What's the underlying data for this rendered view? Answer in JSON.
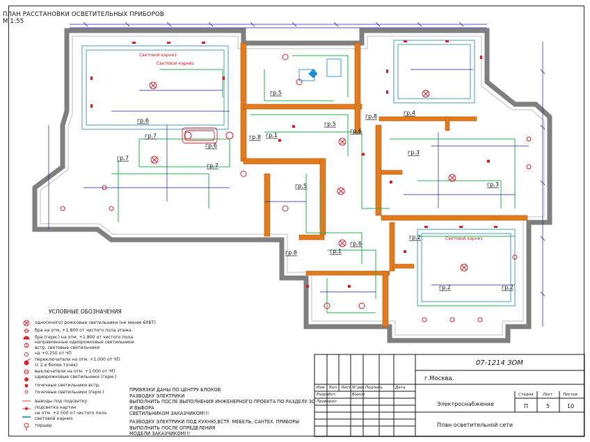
{
  "plan": {
    "title_line1": "ПЛАН РАССТАНОВКИ ОСВЕТИТЕЛЬНЫХ ПРИБОРОВ",
    "title_line2": "М 1:55"
  },
  "labels": {
    "cornice": "Световой карниз",
    "groups": [
      "гр.1",
      "гр.2",
      "гр.3",
      "гр.4",
      "гр.5",
      "гр.6",
      "гр.7",
      "гр.8"
    ]
  },
  "legend": {
    "title": "УСЛОВНЫЕ ОБОЗНАЧЕНИЯ",
    "items": [
      "одно(много) рожковые светильники (не менее 60ВТ)",
      "бра на отм. +1.800 от чистого пола этажа",
      "бра (герм.) на отм. +1.800 от чистого пола",
      "направленные одиорожковые светильники",
      "встр. световые светильники",
      "на +0.250 от ЧП",
      "переключатели на отм. +1.000 от ЧП",
      "(с 2 и более точек)",
      "выключатели на отм. +1.000 от ЧП",
      "одиорожковые светильники (герм.)",
      "точечные светильники встр.",
      "точечные светильники (герм.)",
      "выводы под подсветку",
      "подсветка картин",
      "на отм. +2.500 от чистого пола",
      "световой карниз",
      "торшер"
    ]
  },
  "notes": [
    "ПРИВЯЗКИ ДАНЫ ПО ЦЕНТРУ БЛОКОВ",
    "РАЗВОДКУ ЭЛЕКТРИКИ",
    "ВЫПОЛНИТЬ ПОСЛЕ ВЫПОЛНЕНИЯ ИНЖЕНЕРНОГО ПРОЕКТА ПО РАЗДЕЛУ ЗО И ВЫБОРА",
    "СВЕТИЛЬНИКОМ ЗАКАЗЧИКОМ!!!",
    "",
    "РАЗВОДКУ ЭЛЕКТРИКИ ПОД КУХНЮ,ВСТР. МЕБЕЛЬ, САНТЕХ. ПРИБОРЫ",
    "ВЫПОЛНИТЬ ПОСЛЕ ОПРЕДЕЛЕНИЯ",
    "МОДЕЛИ ЗАКАЗЧИКОМ!!!"
  ],
  "stamp": {
    "code": "07-1214 ЗОМ",
    "city": "г.Москва,",
    "section": "Электроснабжение",
    "sheet_title": "План осветительной сети",
    "header_cells": [
      "Изм.",
      "Кол.",
      "Лист",
      "N°док",
      "Подпись",
      "Дата"
    ],
    "rows": [
      "Разработ.",
      "Проверил"
    ],
    "developer": "Быков",
    "col_stage": "Стадия",
    "col_sheet": "Лист",
    "col_sheets": "Листов",
    "stage": "П",
    "sheet": "5",
    "sheets": "10"
  },
  "colors": {
    "walls": "#7f7f7f",
    "partitions": "#e07b1f",
    "dimensions": "#1a1aa6",
    "wiring": "#22b14c",
    "fixtures": "#d6202a",
    "cornice": "#3f9fbf"
  }
}
